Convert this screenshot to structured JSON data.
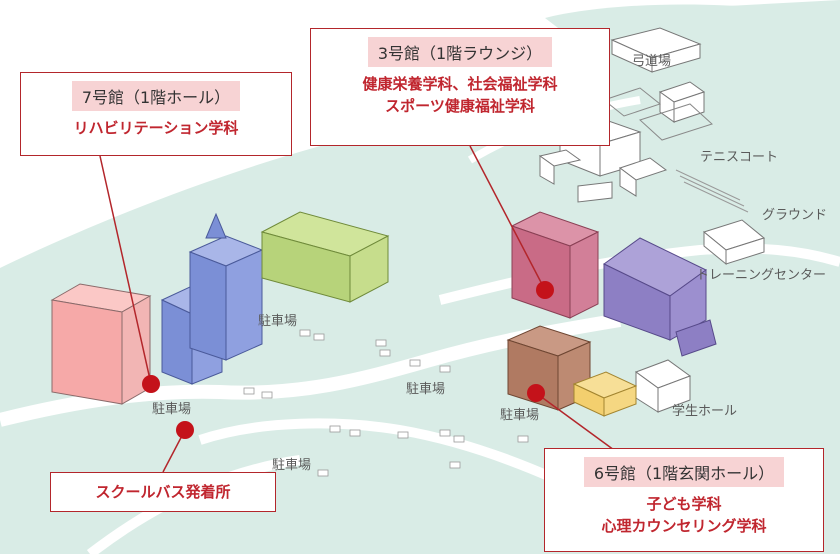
{
  "callouts": {
    "b7": {
      "title": "7号館（1階ホール）",
      "lines": [
        "リハビリテーション学科"
      ]
    },
    "b3": {
      "title": "3号館（1階ラウンジ）",
      "lines": [
        "健康栄養学科、社会福祉学科",
        "スポーツ健康福祉学科"
      ]
    },
    "b6": {
      "title": "6号館（1階玄関ホール）",
      "lines": [
        "子ども学科",
        "心理カウンセリング学科"
      ]
    },
    "bus": {
      "title": "スクールバス発着所"
    }
  },
  "place_labels": {
    "kyudojo": "弓道場",
    "tennis": "テニスコート",
    "ground": "グラウンド",
    "training": "トレーニングセンター",
    "student_hall": "学生ホール",
    "parking_1": "駐車場",
    "parking_2": "駐車場",
    "parking_3": "駐車場",
    "parking_4": "駐車場",
    "parking_5": "駐車場"
  },
  "colors": {
    "campus_ground": "#d9ece6",
    "road": "#ffffff",
    "callout_border": "#b3262b",
    "callout_title_bg": "#f7d3d4",
    "callout_text": "#c0262f",
    "pin": "#c4121a",
    "building_7": "#f6a9a8",
    "building_blue": "#7b8fd6",
    "building_green": "#b7d37a",
    "building_3": "#c96b86",
    "training_center": "#8d7fc4",
    "building_6": "#b07a62",
    "building_yellow": "#f3cf6e"
  }
}
